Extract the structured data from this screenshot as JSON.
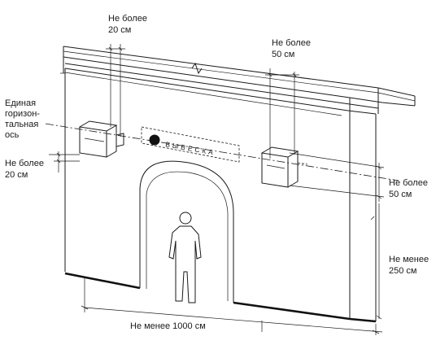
{
  "labels": {
    "axis_line1": "Единая",
    "axis_line2": "горизон-",
    "axis_line3": "тальная",
    "axis_line4": "ось",
    "left_offset_line1": "Не более",
    "left_offset_line2": "20 см",
    "top_left_line1": "Не более",
    "top_left_line2": "20 см",
    "top_right_line1": "Не более",
    "top_right_line2": "50 см",
    "right_height_line1": "Не более",
    "right_height_line2": "50 см",
    "right_min_line1": "Не менее",
    "right_min_line2": "250 см",
    "bottom_width": "Не менее 1000 см",
    "sign_text": "ВЫВЕСКА"
  }
}
